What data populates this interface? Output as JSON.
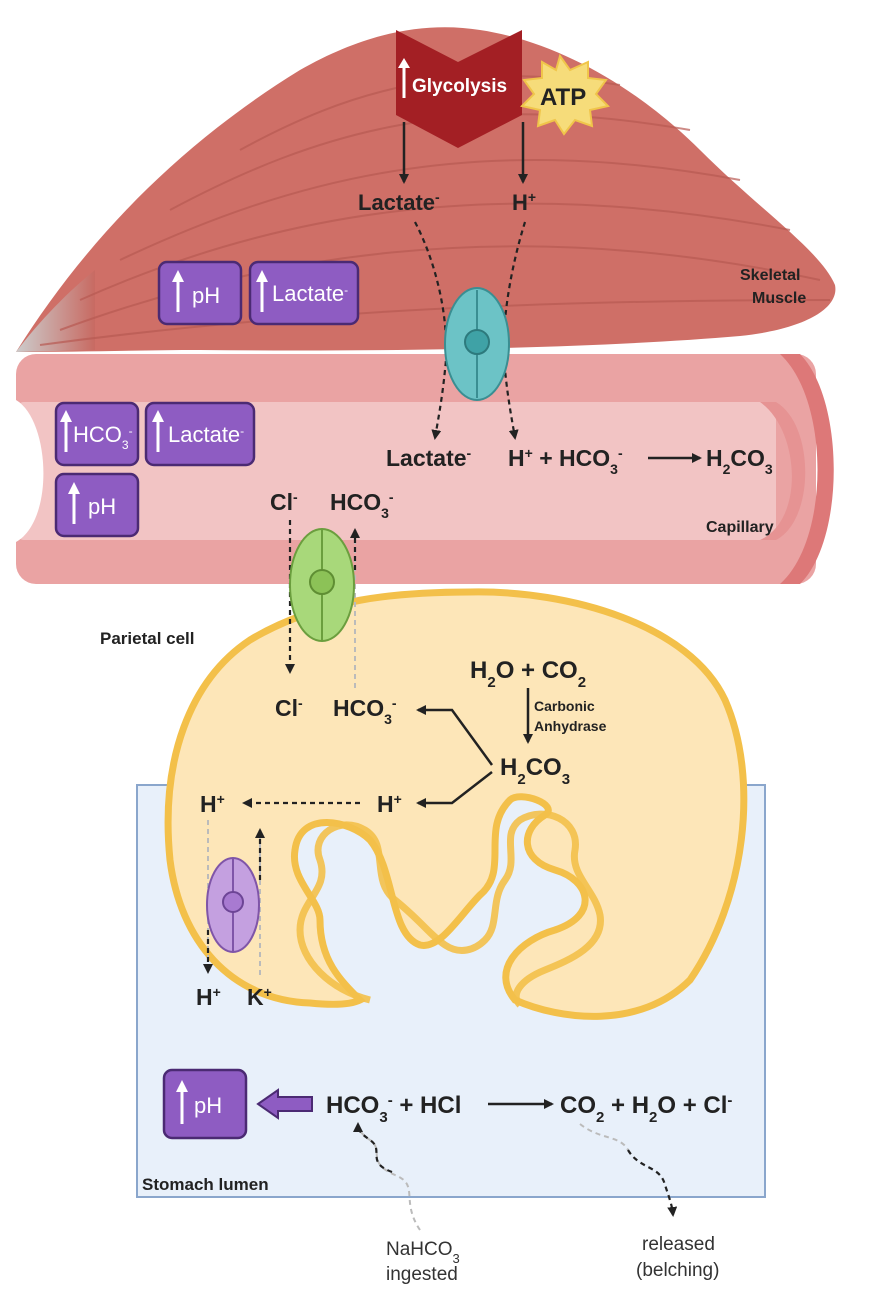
{
  "muscle": {
    "label_line1": "Skeletal",
    "label_line2": "Muscle",
    "glycolysis": "Glycolysis",
    "atp": "ATP",
    "lactate": "Lactate",
    "lactate_sup": "-",
    "h": "H",
    "h_sup": "+",
    "box_ph": "pH",
    "box_lactate": "Lactate",
    "box_lactate_sup": "-"
  },
  "capillary": {
    "label": "Capillary",
    "box_hco3": "HCO",
    "box_hco3_sub": "3",
    "box_hco3_sup": "-",
    "box_lactate": "Lactate",
    "box_lactate_sup": "-",
    "box_ph": "pH",
    "lactate": "Lactate",
    "lactate_sup": "-",
    "eq_h": "H",
    "eq_h_sup": "+",
    "eq_plus": " + HCO",
    "eq_hco3_sub": "3",
    "eq_hco3_sup": "-",
    "eq_product": "H",
    "eq_product_sub": "2",
    "eq_product_tail": "CO",
    "eq_product_sub2": "3",
    "cl": "Cl",
    "cl_sup": "-",
    "hco3": "HCO",
    "hco3_sub": "3",
    "hco3_sup": "-"
  },
  "parietal": {
    "label": "Parietal cell",
    "cl": "Cl",
    "cl_sup": "-",
    "hco3": "HCO",
    "hco3_sub": "3",
    "hco3_sup": "-",
    "h2o": "H",
    "h2o_sub": "2",
    "h2o_tail": "O + CO",
    "co2_sub": "2",
    "enzyme_line1": "Carbonic",
    "enzyme_line2": "Anhydrase",
    "h2co3": "H",
    "h2co3_sub": "2",
    "h2co3_tail": "CO",
    "h2co3_sub2": "3",
    "h_right": "H",
    "h_right_sup": "+",
    "h_left": "H",
    "h_left_sup": "+",
    "pump_h": "H",
    "pump_h_sup": "+",
    "pump_k": "K",
    "pump_k_sup": "+"
  },
  "lumen": {
    "label": "Stomach lumen",
    "box_ph": "pH",
    "eq_hco3": "HCO",
    "eq_hco3_sub": "3",
    "eq_hco3_sup": "-",
    "eq_hcl": " + HCl",
    "eq_co2": "CO",
    "eq_co2_sub": "2",
    "eq_h2o": " + H",
    "eq_h2o_sub": "2",
    "eq_cl": "O + Cl",
    "eq_cl_sup": "-",
    "nahco3": "NaHCO",
    "nahco3_sub": "3",
    "ingested": "ingested",
    "released": "released",
    "belching": "(belching)"
  },
  "colors": {
    "muscle": "#cf6f67",
    "vessel": "#eaa3a3",
    "vessel_inner": "#f2c4c4",
    "cell": "#fde6b8",
    "cell_border": "#f3c04a",
    "lumen": "#e8f0fa",
    "box": "#8e5cc2",
    "transporter_teal": "#6cc3c6",
    "transporter_green": "#a8d87a",
    "transporter_purple": "#c4a0e0"
  }
}
